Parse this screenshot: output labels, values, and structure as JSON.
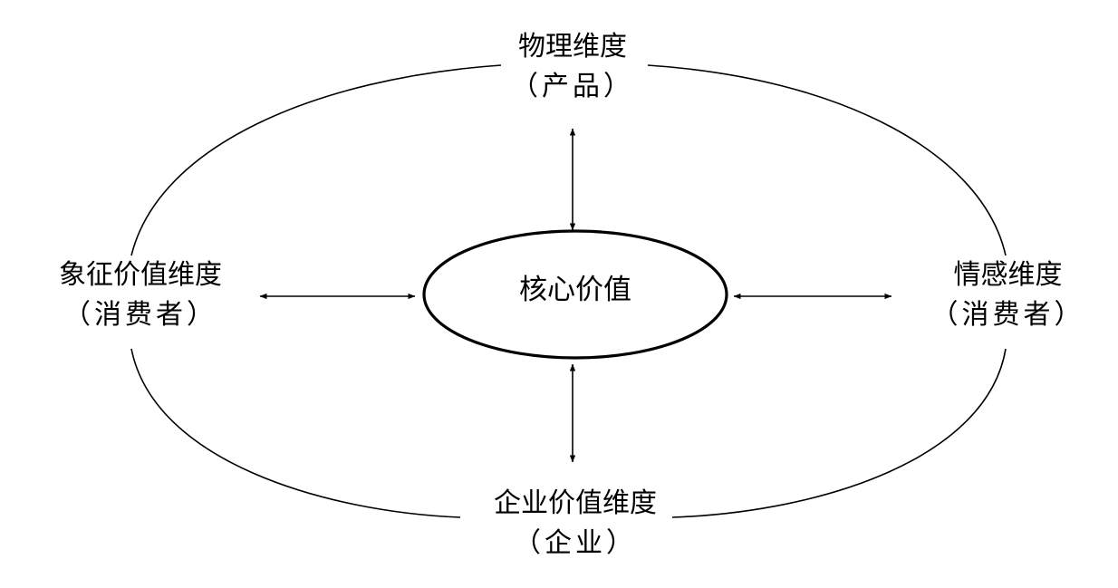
{
  "diagram": {
    "center": {
      "label": "核心价值"
    },
    "top": {
      "title": "物理维度",
      "subtitle": "（产品）"
    },
    "left": {
      "title": "象征价值维度",
      "subtitle": "（消费者）"
    },
    "right": {
      "title": "情感维度",
      "subtitle": "（消费者）"
    },
    "bottom": {
      "title": "企业价值维度",
      "subtitle": "（企业）"
    }
  },
  "colors": {
    "stroke": "#000000",
    "background": "#ffffff"
  }
}
